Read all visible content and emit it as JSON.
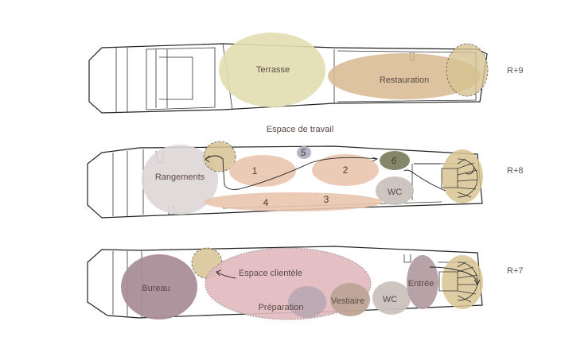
{
  "levels": {
    "r9": "R+9",
    "r8": "R+8",
    "r7": "R+7"
  },
  "caption": "Espace de travail",
  "r9_zones": {
    "terrasse": "Terrasse",
    "restauration": "Restauration"
  },
  "r8_zones": {
    "rangements": "Rangements",
    "wc": "WC",
    "n1": "1",
    "n2": "2",
    "n3": "3",
    "n4": "4",
    "n5": "5",
    "n6": "6"
  },
  "r7_zones": {
    "bureau": "Bureau",
    "espace_clientele": "Espace clientèle",
    "preparation": "Préparation",
    "vestiaire": "Vestiaire",
    "wc": "WC",
    "entree": "Entrée"
  },
  "colors": {
    "terrasse": "#e3ddb0",
    "restauration": "#d7b98f",
    "staircase": "#d8c493",
    "rangements": "#ddd6d6",
    "workzones": "#e9c4ae",
    "zone5": "#b7b2c6",
    "zone6": "#84876a",
    "wc": "#cbc2bd",
    "bureau": "#a98e98",
    "espace_clientele": "#e2b9be",
    "preparation": "#b9a7b4",
    "vestiaire": "#bea497",
    "entree": "#b39da3"
  }
}
